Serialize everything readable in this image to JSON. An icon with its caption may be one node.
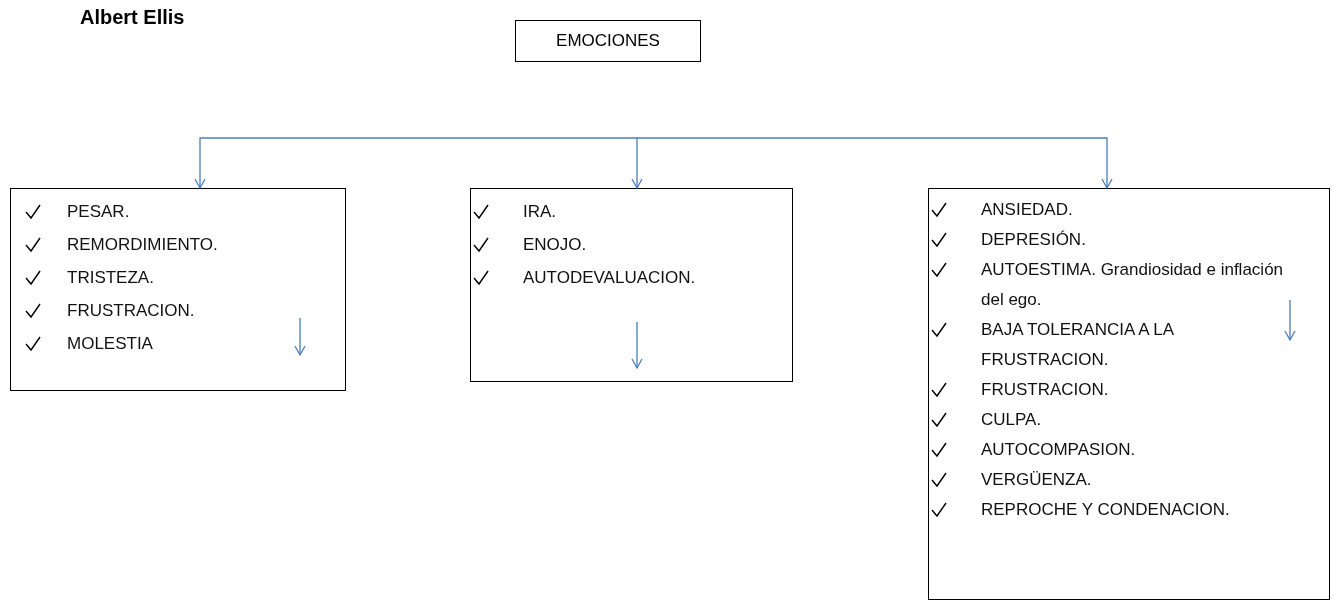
{
  "diagram": {
    "title": "Albert Ellis",
    "nodes": [
      {
        "text": [
          "EMOCIONES"
        ]
      },
      {
        "text": [
          "PESAR.",
          "REMORDIMIENTO.",
          "TRISTEZA.",
          "FRUSTRACION.",
          "MOLESTIA"
        ]
      },
      {
        "text": [
          "IRA.",
          "ENOJO.",
          "AUTODEVALUACION."
        ]
      },
      {
        "text": [
          "ANSIEDAD.",
          "DEPRESIÓN.",
          "AUTOESTIMA. Grandiosidad e inflación del ego.",
          "BAJA TOLERANCIA A LA FRUSTRACION.",
          "FRUSTRACION.",
          "CULPA.",
          "AUTOCOMPASION.",
          "VERGÜENZA.",
          "REPROCHE Y CONDENACION."
        ]
      }
    ],
    "edges": [
      {
        "from": null,
        "to": 1,
        "arrow": "to"
      },
      {
        "from": null,
        "to": 2,
        "arrow": "to"
      },
      {
        "from": null,
        "to": 3,
        "arrow": "to"
      }
    ]
  }
}
